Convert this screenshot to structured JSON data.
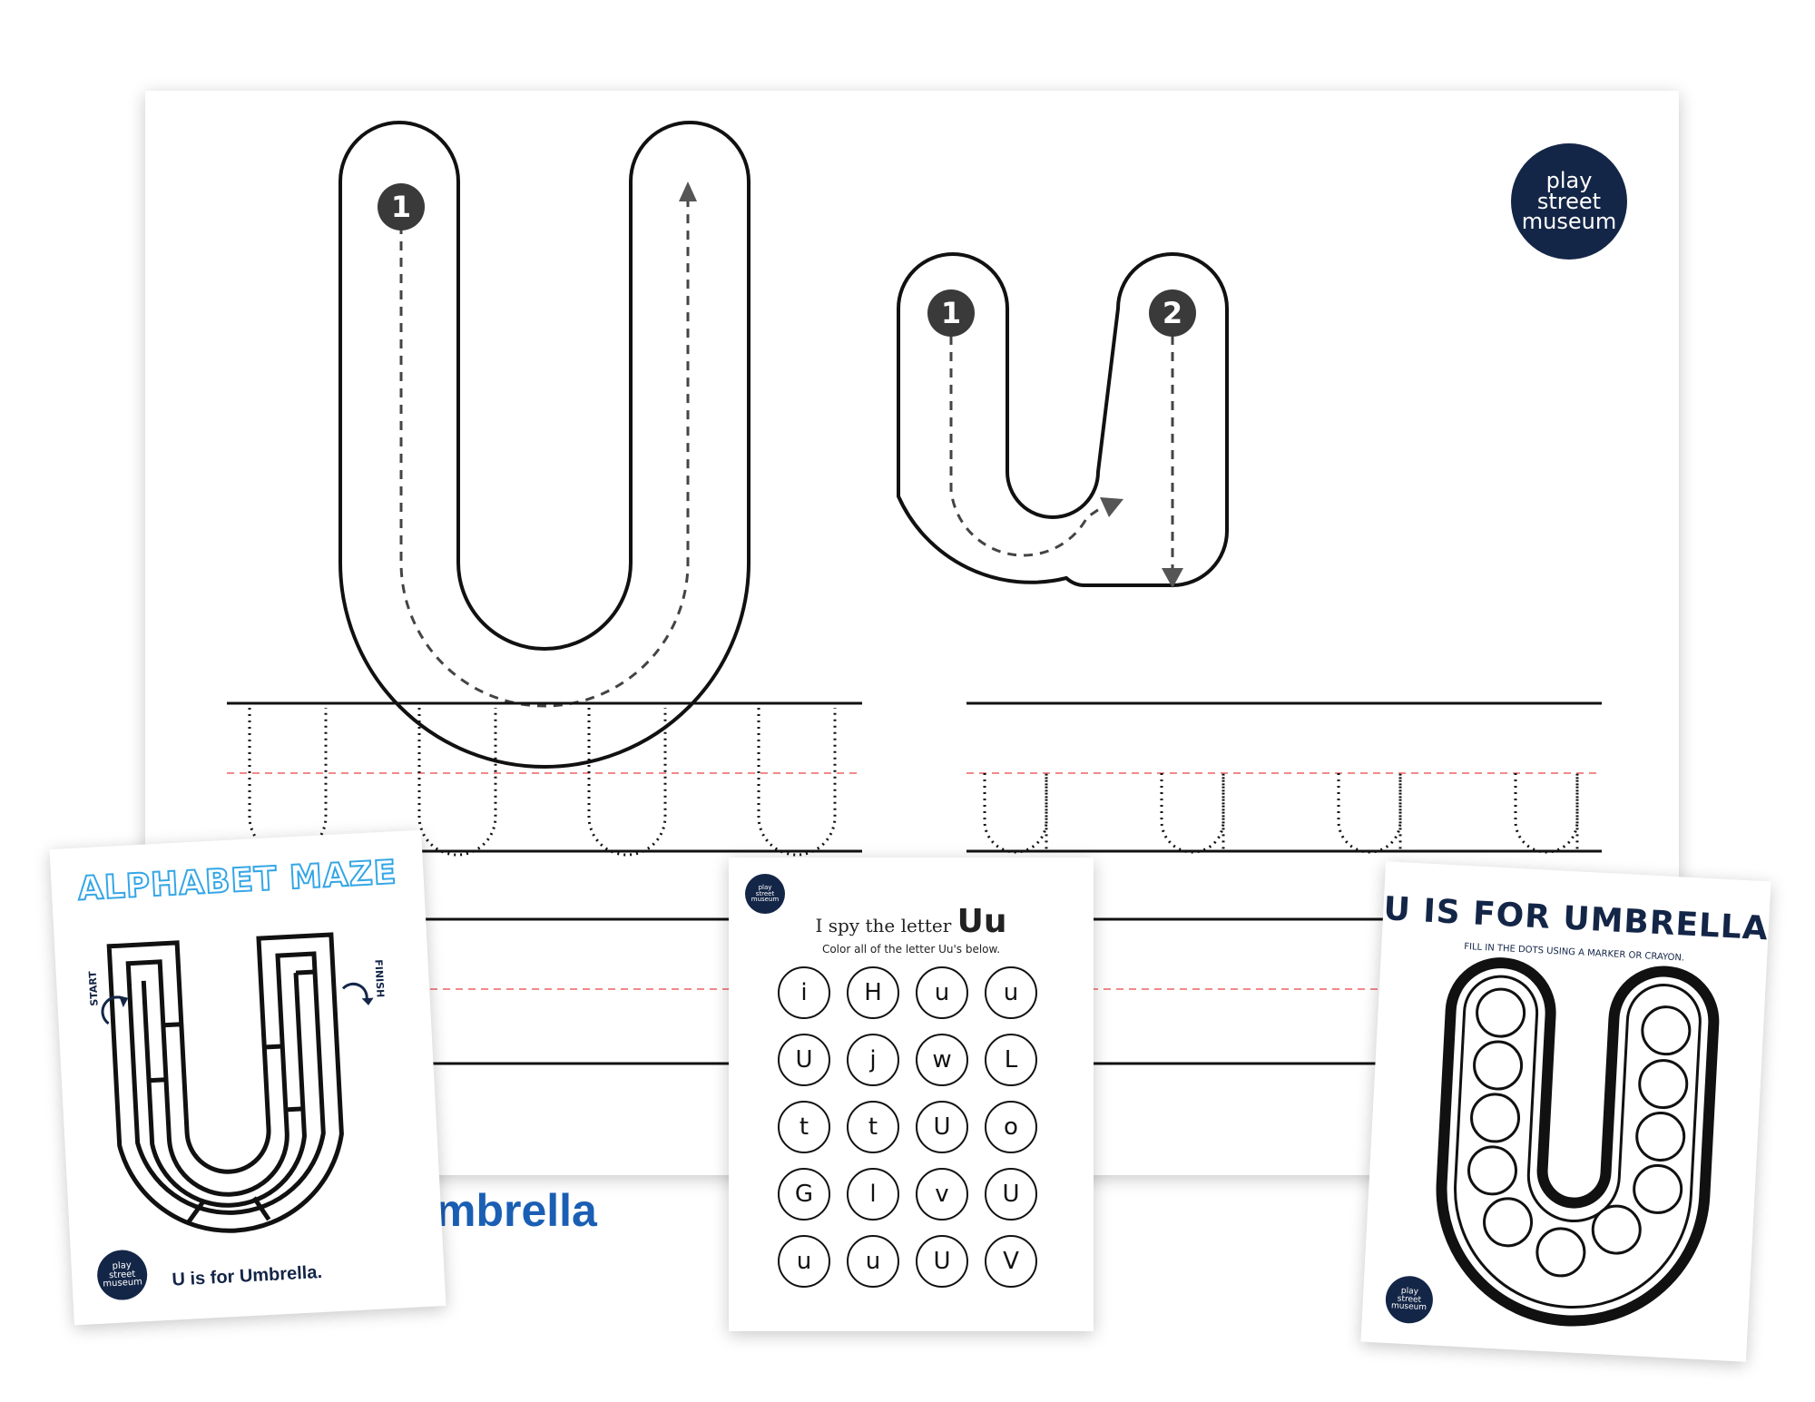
{
  "main_sheet": {
    "uppercase_letter": "U",
    "lowercase_letter": "u",
    "stroke_numbers_upper": [
      "1"
    ],
    "stroke_numbers_lower": [
      "1",
      "2"
    ],
    "word": "mbrella",
    "logo": [
      "play",
      "street",
      "museum"
    ]
  },
  "maze_card": {
    "title": "ALPHABET MAZE",
    "start_label": "START",
    "finish_label": "FINISH",
    "caption": "U is for Umbrella.",
    "logo": [
      "play",
      "street",
      "museum"
    ]
  },
  "spy_card": {
    "title_prefix": "I spy the letter",
    "title_letters": "Uu",
    "subtitle": "Color all of the letter Uu's below.",
    "letters": [
      "i",
      "H",
      "u",
      "u",
      "U",
      "j",
      "w",
      "L",
      "t",
      "t",
      "U",
      "o",
      "G",
      "l",
      "v",
      "U",
      "u",
      "u",
      "U",
      "V"
    ],
    "logo": [
      "play",
      "street",
      "museum"
    ]
  },
  "dots_card": {
    "title": "U IS FOR UMBRELLA",
    "subtitle": "FILL IN THE DOTS USING A MARKER OR CRAYON.",
    "logo": [
      "play",
      "street",
      "museum"
    ]
  },
  "colors": {
    "navy": "#142647",
    "blue_word": "#1a5fb4",
    "maze_title": "#34a6e6",
    "guide_red": "#f08a8a"
  }
}
